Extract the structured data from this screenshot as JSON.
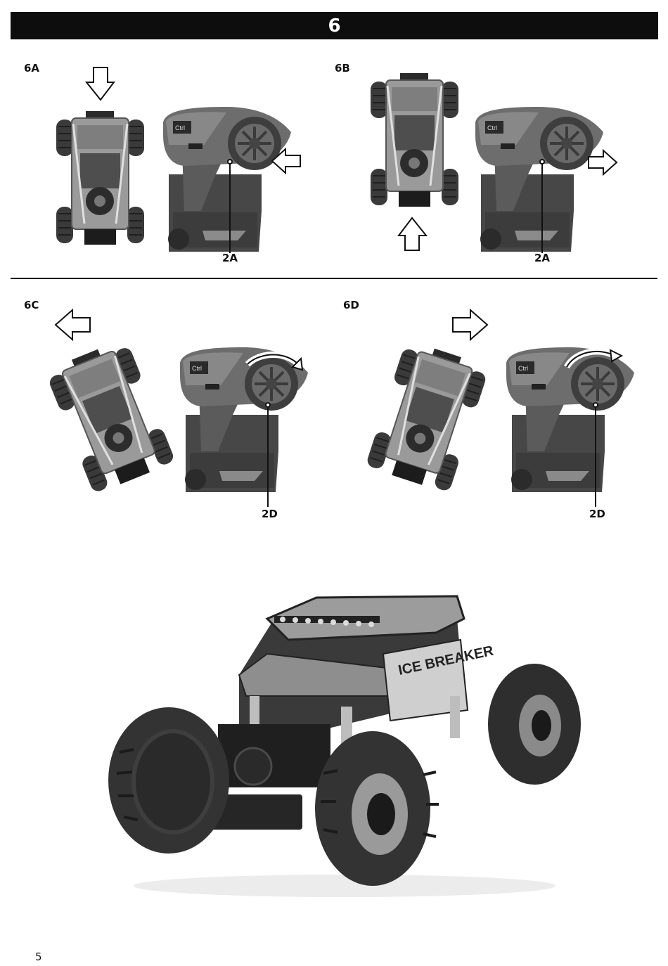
{
  "header": {
    "step_number": "6"
  },
  "sections": [
    {
      "id": "6A",
      "label": "6A",
      "callout": "2A"
    },
    {
      "id": "6B",
      "label": "6B",
      "callout": "2A"
    },
    {
      "id": "6C",
      "label": "6C",
      "callout": "2D"
    },
    {
      "id": "6D",
      "label": "6D",
      "callout": "2D"
    }
  ],
  "product_image": {
    "side_text": "ICE BREAKER"
  },
  "footer": {
    "page_number": "5"
  },
  "icons": [
    "arrow-up-icon",
    "arrow-down-icon",
    "arrow-left-icon",
    "arrow-right-icon",
    "curved-arrow-icon"
  ]
}
